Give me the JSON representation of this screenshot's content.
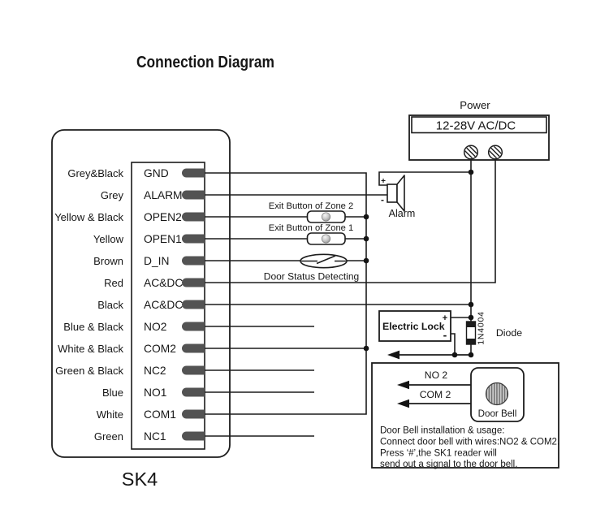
{
  "title": "Connection Diagram",
  "device": {
    "model": "SK4",
    "rows": [
      {
        "wire": "Grey&Black",
        "terminal": "GND"
      },
      {
        "wire": "Grey",
        "terminal": "ALARM"
      },
      {
        "wire": "Yellow & Black",
        "terminal": "OPEN2"
      },
      {
        "wire": "Yellow",
        "terminal": "OPEN1"
      },
      {
        "wire": "Brown",
        "terminal": "D_IN"
      },
      {
        "wire": "Red",
        "terminal": "AC&DC"
      },
      {
        "wire": "Black",
        "terminal": "AC&DC"
      },
      {
        "wire": "Blue & Black",
        "terminal": "NO2"
      },
      {
        "wire": "White & Black",
        "terminal": "COM2"
      },
      {
        "wire": "Green & Black",
        "terminal": "NC2"
      },
      {
        "wire": "Blue",
        "terminal": "NO1"
      },
      {
        "wire": "White",
        "terminal": "COM1"
      },
      {
        "wire": "Green",
        "terminal": "NC1"
      }
    ]
  },
  "power": {
    "title": "Power",
    "rating": "12-28V AC/DC"
  },
  "alarm": {
    "label": "Alarm",
    "plus": "+",
    "minus": "-"
  },
  "buttons": {
    "zone2": "Exit Button of Zone 2",
    "zone1": "Exit Button of Zone 1",
    "door_status": "Door Status Detecting"
  },
  "lock": {
    "label": "Electric Lock",
    "plus": "+",
    "minus": "-"
  },
  "diode": {
    "part_number": "1N4004",
    "label": "Diode"
  },
  "door_bell": {
    "wire_no2": "NO 2",
    "wire_com2": "COM 2",
    "label": "Door Bell",
    "usage": [
      "Door Bell installation & usage:",
      "Connect door bell with wires:NO2 & COM2.",
      "Press ‘#’,the SK1 reader will",
      "send out a signal to the door bell."
    ]
  }
}
